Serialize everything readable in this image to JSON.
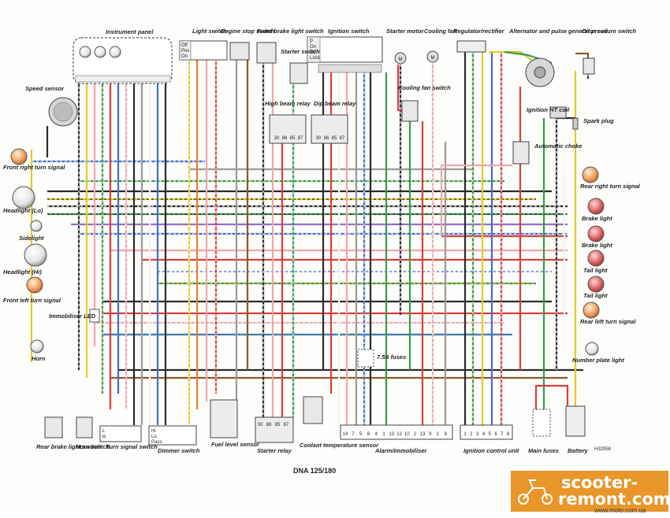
{
  "diagram": {
    "title": "DNA 125/180",
    "ref": "H32958",
    "labels": {
      "instrument_panel": "Instrument panel",
      "speed_sensor": "Speed sensor",
      "front_right_turn": "Front right turn signal",
      "headlight_lo": "Headlight (Lo)",
      "sidelight": "Sidelight",
      "headlight_hi": "Headlight (Hi)",
      "front_left_turn": "Front left turn signal",
      "immobiliser_led": "Immobiliser LED",
      "horn": "Horn",
      "light_switch": "Light switch",
      "engine_stop_switch": "Engine stop switch",
      "front_brake_switch": "Front brake light switch",
      "starter_switch": "Starter switch",
      "high_beam_relay": "High beam relay",
      "dip_beam_relay": "Dip beam relay",
      "ignition_switch": "Ignition switch",
      "starter_motor": "Starter motor",
      "cooling_fan": "Cooling fan",
      "cooling_fan_switch": "Cooling fan switch",
      "regulator": "Regulator/rectifier",
      "alternator": "Alternator and pulse generator coil",
      "oil_pressure": "Oil pressure switch",
      "ignition_ht_coil": "Ignition HT coil",
      "spark_plug": "Spark plug",
      "automatic_choke": "Automatic choke",
      "rear_right_turn": "Rear right turn signal",
      "brake_light_1": "Brake light",
      "brake_light_2": "Brake light",
      "tail_light_1": "Tail light",
      "tail_light_2": "Tail light",
      "rear_left_turn": "Rear left turn signal",
      "number_plate": "Number plate light",
      "fuses": "7.5A fuses",
      "rear_brake_switch": "Rear brake light switch",
      "horn_switch": "Horn switch",
      "turn_signal_switch": "Turn signal switch",
      "dimmer_switch": "Dimmer switch",
      "fuel_level_sensor": "Fuel level sensor",
      "starter_relay": "Starter relay",
      "coolant_sensor": "Coolant temperature sensor",
      "alarm": "Alarm/immobiliser",
      "icu": "Ignition control unit",
      "main_fuses": "Main fuses",
      "battery": "Battery"
    },
    "switch_labels": {
      "light_off": "Off",
      "light_pos": "Pos",
      "light_on": "On",
      "ign_p": "P",
      "ign_on": "On",
      "ign_off": "Off",
      "ign_lock": "Lock",
      "turn_l": "L",
      "turn_r": "R",
      "dimmer_hi": "Hi",
      "dimmer_lo": "Lo",
      "dimmer_pass": "Pass"
    },
    "relay_pins": [
      "30",
      "86",
      "85",
      "87"
    ],
    "alarm_pins": [
      "14",
      "7",
      "5",
      "8",
      "4",
      "1",
      "13",
      "12",
      "10",
      "2",
      "13",
      "9",
      "1",
      "8"
    ],
    "icu_pins": [
      "1",
      "2",
      "3",
      "4",
      "5",
      "6",
      "7",
      "8"
    ],
    "wire_colors": {
      "black": "#2b2b2b",
      "red": "#d9403a",
      "brown": "#8a5a2b",
      "green": "#3a9a4a",
      "yellow": "#e8c72a",
      "blue": "#3f6fd0",
      "pink": "#f2a6a6",
      "grey": "#9a9a9a",
      "white": "#f4f4f4",
      "orange": "#e8812a",
      "violet": "#9b6bc4"
    }
  },
  "watermark": {
    "line1": "scooter-",
    "line2": "remont.com",
    "url": "www.moto.com.ua",
    "bg": "#e8962a"
  }
}
